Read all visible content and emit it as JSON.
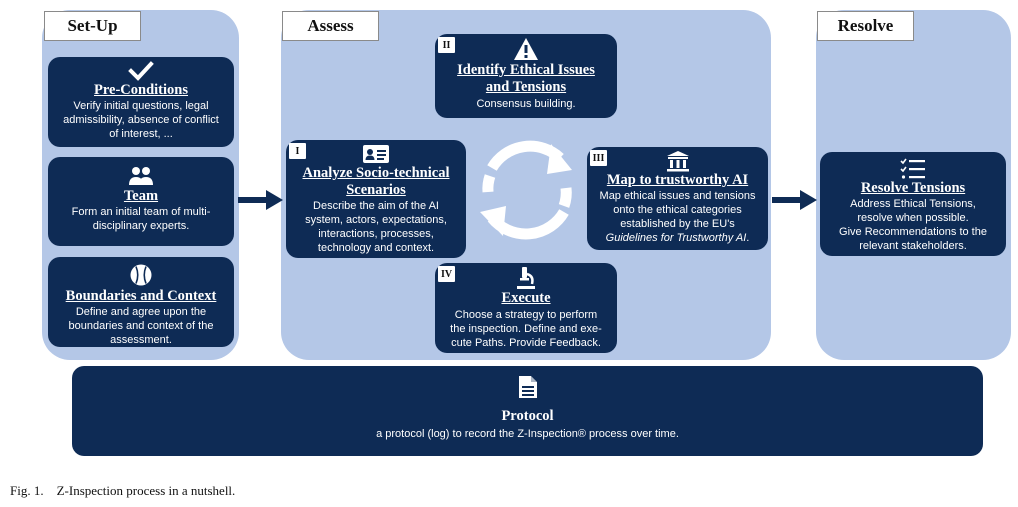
{
  "setup": {
    "tab": "Set-Up",
    "preconditions": {
      "title": "Pre-Conditions",
      "desc": [
        "Verify initial questions, legal",
        "admissibility, absence of conflict",
        "of interest, ..."
      ],
      "icon": "checkmark-icon"
    },
    "team": {
      "title": "Team",
      "desc": [
        "Form an initial team of multi-",
        "disciplinary experts."
      ],
      "icon": "people-icon"
    },
    "boundaries": {
      "title": "Boundaries and Context",
      "desc": [
        "Define and agree upon the",
        "boundaries and context of the",
        "assessment."
      ],
      "icon": "baseball-icon"
    }
  },
  "assess": {
    "tab": "Assess",
    "identify": {
      "roman": "II",
      "title": [
        "Identify Ethical Issues",
        "and Tensions"
      ],
      "desc": [
        "Consensus building."
      ],
      "icon": "warning-icon"
    },
    "analyze": {
      "roman": "I",
      "title": [
        "Analyze Socio-technical",
        "Scenarios"
      ],
      "desc": [
        "Describe the aim of the AI",
        "system, actors, expectations,",
        "interactions, processes,",
        "technology and context."
      ],
      "icon": "id-card-icon"
    },
    "map": {
      "roman": "III",
      "title": [
        "Map to trustworthy AI"
      ],
      "desc": [
        "Map ethical issues and tensions",
        "onto the ethical categories",
        "established by the EU's"
      ],
      "desc_italic": "Guidelines for Trustworthy AI",
      "desc_italic_suffix": ".",
      "icon": "institution-icon"
    },
    "execute": {
      "roman": "IV",
      "title": [
        "Execute"
      ],
      "desc": [
        "Choose a strategy to perform",
        "the inspection. Define and exe-",
        "cute Paths. Provide Feedback."
      ],
      "icon": "microscope-icon"
    }
  },
  "resolve": {
    "tab": "Resolve",
    "tensions": {
      "title": "Resolve Tensions",
      "desc": [
        "Address Ethical Tensions,",
        "resolve when possible.",
        "Give Recommendations to the",
        "relevant stakeholders."
      ],
      "icon": "checklist-icon"
    }
  },
  "protocol": {
    "title": "Protocol",
    "desc": "a protocol (log) to record the Z-Inspection® process over time.",
    "icon": "document-icon"
  },
  "caption": "Fig. 1.    Z-Inspection process in a nutshell.",
  "colors": {
    "panel": "#b4c7e7",
    "card": "#0e2b55",
    "arrow": "#0e2b55",
    "cycle": "#ffffff"
  }
}
